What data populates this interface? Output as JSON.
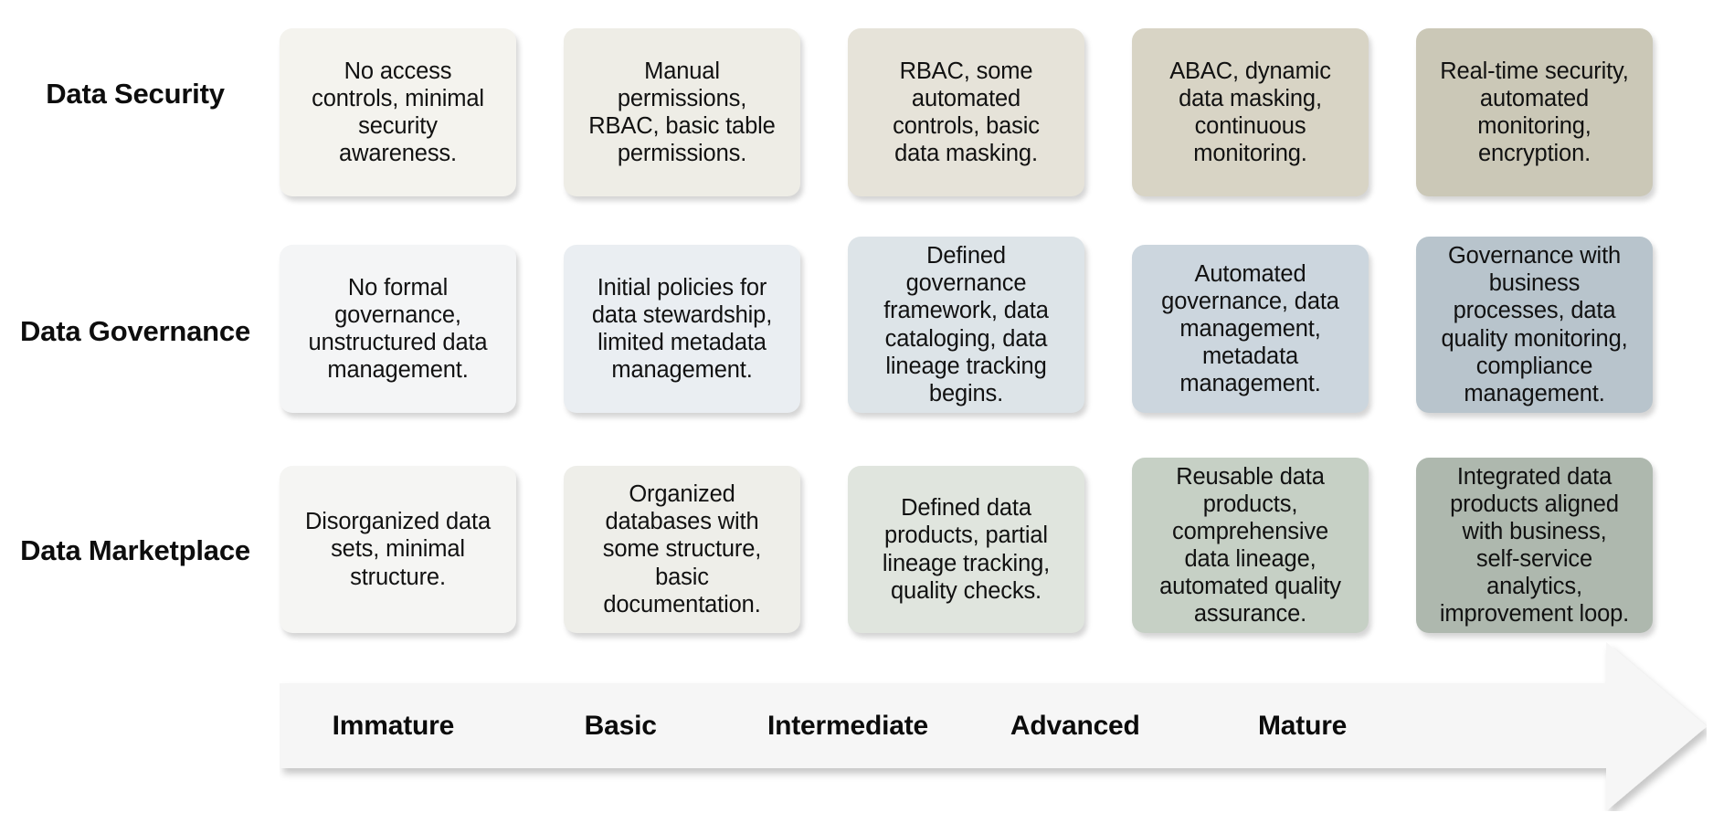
{
  "diagram": {
    "type": "maturity-model-matrix",
    "rows": [
      {
        "label": "Data Security",
        "cells": [
          {
            "stage": "Immature",
            "text": "No access\ncontrols, minimal\nsecurity\nawareness.",
            "color": "#f4f3ee"
          },
          {
            "stage": "Basic",
            "text": "Manual\npermissions,\nRBAC, basic table\npermissions.",
            "color": "#eeede6"
          },
          {
            "stage": "Intermediate",
            "text": "RBAC, some\nautomated\ncontrols, basic\ndata masking.",
            "color": "#e6e3d9"
          },
          {
            "stage": "Advanced",
            "text": "ABAC, dynamic\ndata masking,\ncontinuous\nmonitoring.",
            "color": "#d8d4c5"
          },
          {
            "stage": "Mature",
            "text": "Real-time security,\nautomated\nmonitoring,\nencryption.",
            "color": "#cbc8b7"
          }
        ]
      },
      {
        "label": "Data Governance",
        "cells": [
          {
            "stage": "Immature",
            "text": "No formal\ngovernance,\nunstructured data\nmanagement.",
            "color": "#f4f5f6"
          },
          {
            "stage": "Basic",
            "text": "Initial policies for\ndata stewardship,\nlimited metadata\nmanagement.",
            "color": "#eaeef2"
          },
          {
            "stage": "Intermediate",
            "text": "Defined\ngovernance\nframework, data\ncataloging, data\nlineage tracking\nbegins.",
            "color": "#dde4e8"
          },
          {
            "stage": "Advanced",
            "text": "Automated\ngovernance, data\nmanagement,\nmetadata\nmanagement.",
            "color": "#ccd6de"
          },
          {
            "stage": "Mature",
            "text": "Governance with\nbusiness\nprocesses, data\nquality monitoring,\ncompliance\nmanagement.",
            "color": "#b8c4cc"
          }
        ]
      },
      {
        "label": "Data Marketplace",
        "cells": [
          {
            "stage": "Immature",
            "text": "Disorganized data\nsets, minimal\nstructure.",
            "color": "#f5f5f3"
          },
          {
            "stage": "Basic",
            "text": "Organized\ndatabases with\nsome structure,\nbasic\ndocumentation.",
            "color": "#eeeee9"
          },
          {
            "stage": "Intermediate",
            "text": "Defined data\nproducts, partial\nlineage tracking,\nquality checks.",
            "color": "#e0e5de"
          },
          {
            "stage": "Advanced",
            "text": "Reusable data\nproducts,\ncomprehensive\ndata lineage,\nautomated quality\nassurance.",
            "color": "#c6d0c5"
          },
          {
            "stage": "Mature",
            "text": "Integrated data\nproducts aligned\nwith business,\nself-service\nanalytics,\nimprovement loop.",
            "color": "#aeb8ae"
          }
        ]
      }
    ],
    "maturity_axis": {
      "stages": [
        "Immature",
        "Basic",
        "Intermediate",
        "Advanced",
        "Mature"
      ],
      "direction": "left-to-right",
      "shape": "arrow",
      "fill_color": "#f6f6f6"
    }
  }
}
